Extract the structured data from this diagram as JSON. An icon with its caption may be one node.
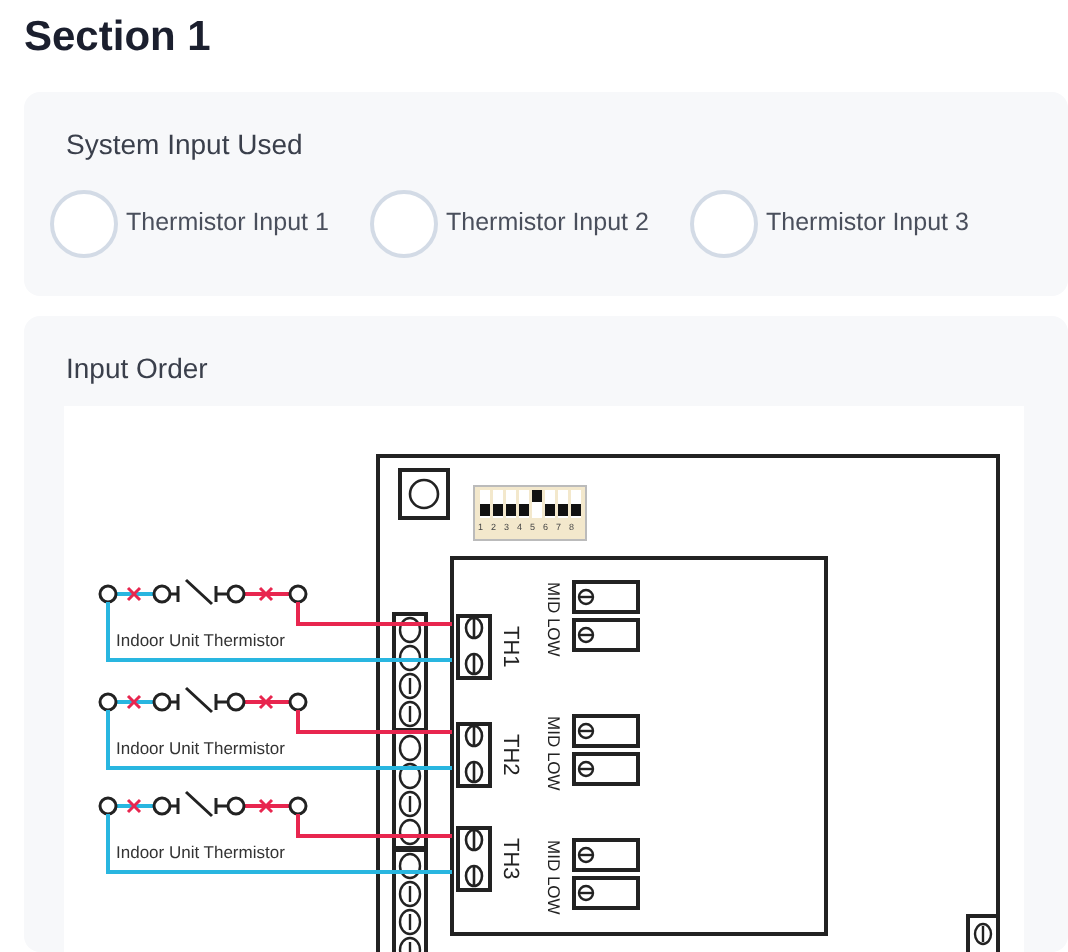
{
  "diagram": {
    "title": "Section 1",
    "nodes": [
      {
        "text": [
          "System Input Used"
        ]
      },
      {
        "text": [
          "Input Order"
        ]
      },
      {
        "text": [
          "Indoor Unit Thermistor"
        ],
        "in": 1
      },
      {
        "text": [
          "Indoor Unit Thermistor"
        ],
        "in": 1
      },
      {
        "text": [
          "Indoor Unit Thermistor"
        ],
        "in": 1
      },
      {
        "text": [],
        "shape": "box",
        "in": 1
      },
      {
        "text": [
          "TH1"
        ],
        "in": 5
      },
      {
        "text": [
          "TH2"
        ],
        "in": 5
      },
      {
        "text": [
          "TH3"
        ],
        "in": 5
      },
      {
        "text": [],
        "shape": "box",
        "in": 5
      }
    ],
    "edges": [
      {
        "from": 2,
        "to": 6,
        "arrow": "none",
        "color": "#e8264f"
      },
      {
        "from": 2,
        "to": 6,
        "arrow": "none",
        "color": "#29b6e0"
      },
      {
        "from": 3,
        "to": 7,
        "arrow": "none",
        "color": "#e8264f"
      },
      {
        "from": 3,
        "to": 7,
        "arrow": "none",
        "color": "#29b6e0"
      },
      {
        "from": 4,
        "to": 8,
        "arrow": "none",
        "color": "#e8264f"
      },
      {
        "from": 4,
        "to": 8,
        "arrow": "none",
        "color": "#29b6e0"
      }
    ],
    "labels": [
      "Thermistor Input 1",
      "Thermistor Input 2",
      "Thermistor Input 3",
      "1",
      "2",
      "3",
      "4",
      "5",
      "6",
      "7",
      "8",
      "MID LOW",
      "MID LOW",
      "MID LOW"
    ]
  }
}
